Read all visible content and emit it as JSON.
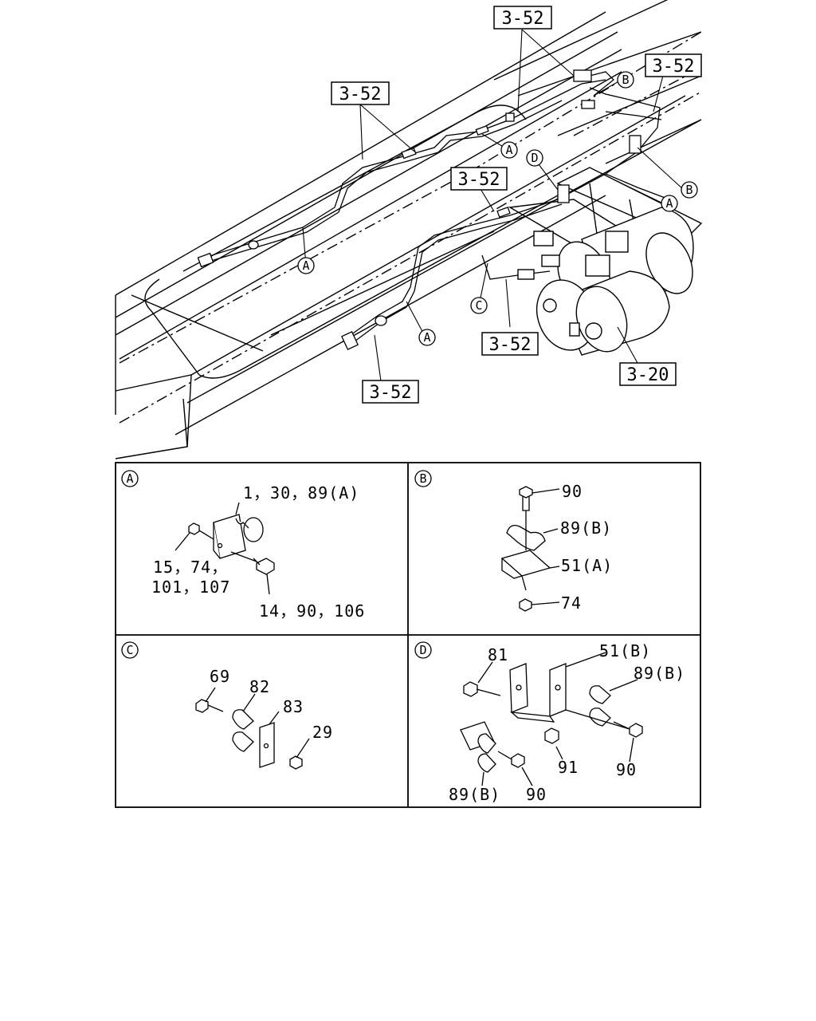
{
  "refs": {
    "r1": "3-52",
    "r2": "3-52",
    "r3": "3-52",
    "r4": "3-52",
    "r5": "3-52",
    "r6": "3-52",
    "r7": "3-20"
  },
  "callouts": {
    "a": "A",
    "b": "B",
    "c": "C",
    "d": "D"
  },
  "panels": {
    "A": {
      "letter": "A",
      "labels": [
        "1，30，89(A)",
        "15，74，",
        "101，107",
        "14，90，106"
      ]
    },
    "B": {
      "letter": "B",
      "labels": [
        "90",
        "89(B)",
        "51(A)",
        "74"
      ]
    },
    "C": {
      "letter": "C",
      "labels": [
        "69",
        "82",
        "83",
        "29"
      ]
    },
    "D": {
      "letter": "D",
      "labels": [
        "81",
        "51(B)",
        "89(B)",
        "91",
        "90",
        "89(B)",
        "90"
      ]
    }
  }
}
